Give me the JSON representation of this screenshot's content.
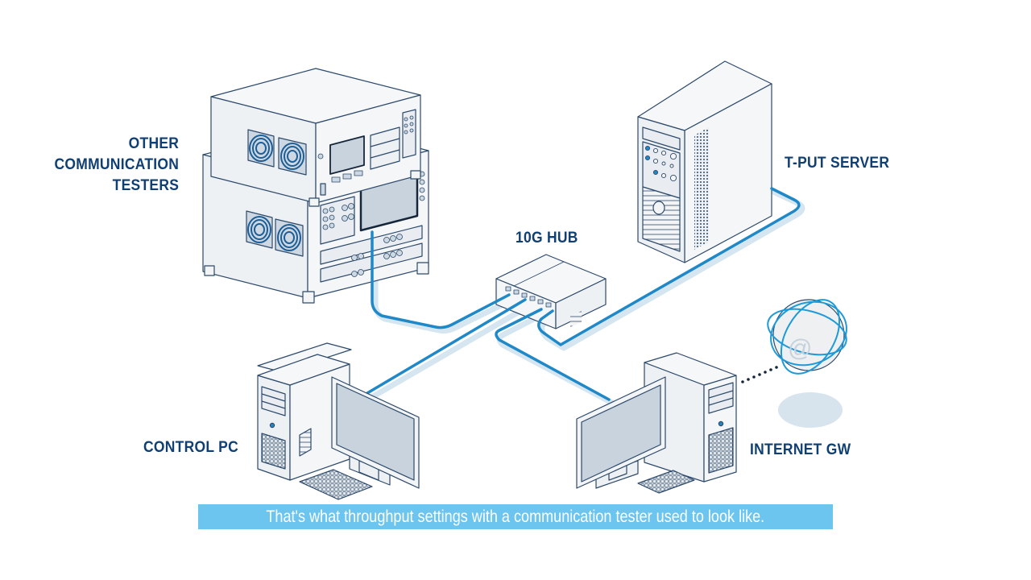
{
  "labels": {
    "other_testers": [
      "OTHER",
      "COMMUNICATION",
      "TESTERS"
    ],
    "tput_server": "T-PUT SERVER",
    "hub": "10G HUB",
    "control_pc": "CONTROL PC",
    "internet_gw": "INTERNET GW"
  },
  "caption": "That's what throughput settings with a communication tester used to look like.",
  "icons": {
    "internet_symbol": "@"
  },
  "colors": {
    "label_text": "#0f3f73",
    "cable": "#1e88c8",
    "cable_shadow": "#d5e6f1",
    "outline": "#2d4a6b",
    "device_fill": "#f2f4f6",
    "screen_fill": "#c9d3dd",
    "caption_bg": "#6cc5ee",
    "caption_text": "#ffffff"
  }
}
